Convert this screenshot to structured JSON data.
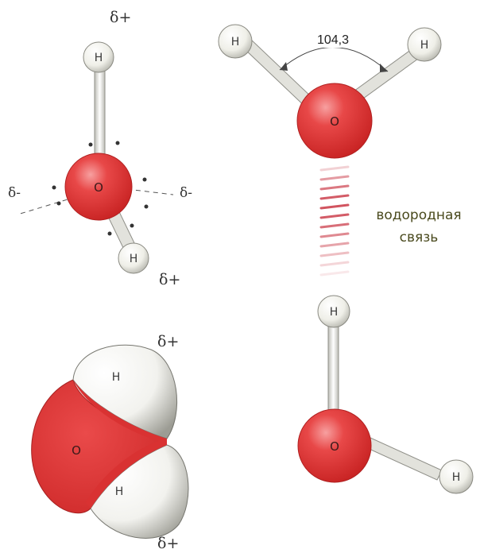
{
  "colors": {
    "oxygen": "#e23b3b",
    "hydrogen": "#f1f1ec",
    "bond": "#d9d9d3",
    "hbond_stripe": "#d4606a",
    "text": "#333333"
  },
  "labels": {
    "oxygen": "O",
    "hydrogen": "H",
    "delta_plus": "δ+",
    "delta_minus": "δ-",
    "bond_angle": "104,3",
    "hbond_line1": "водородная",
    "hbond_line2": "связь"
  }
}
